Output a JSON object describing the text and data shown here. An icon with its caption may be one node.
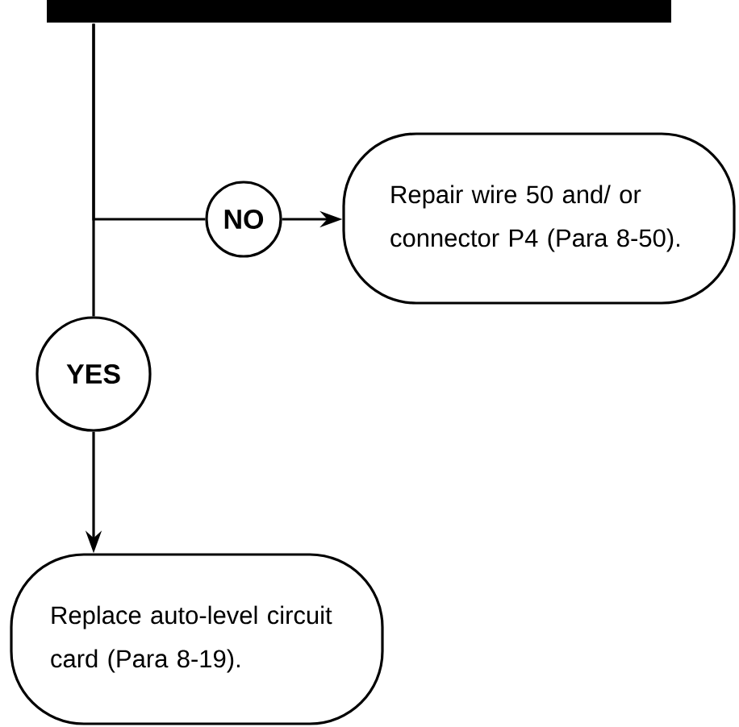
{
  "diagram": {
    "nodes": [
      {
        "text": [],
        "shape": "bar"
      },
      {
        "text": [
          "NO"
        ]
      },
      {
        "text": [
          "Repair wire 50 and/ or connector P4 (Para 8-50)."
        ]
      },
      {
        "text": [
          "YES"
        ]
      },
      {
        "text": [
          "Replace auto-level circuit card (Para 8-19)."
        ]
      }
    ],
    "edges": [
      {
        "from": 0,
        "to": 1,
        "arrow": "none"
      },
      {
        "from": 1,
        "to": 2,
        "arrow": "to"
      },
      {
        "from": 0,
        "to": 3,
        "arrow": "none"
      },
      {
        "from": 3,
        "to": 4,
        "arrow": "to"
      }
    ]
  }
}
